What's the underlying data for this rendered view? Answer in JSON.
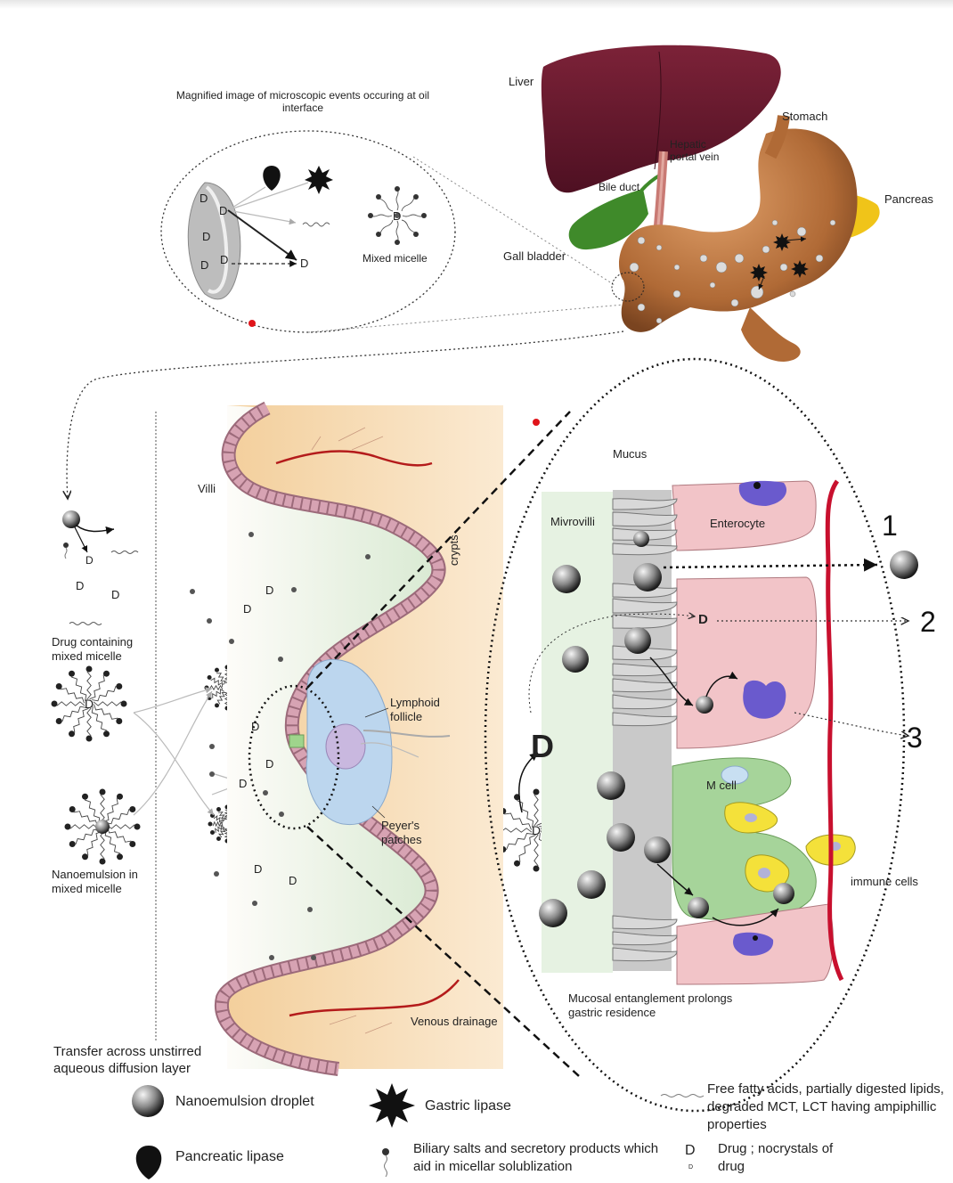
{
  "diagram": {
    "magnified_caption": "Magnified image of microscopic events occuring at oil interface",
    "mixed_micelle_label": "Mixed micelle",
    "organs": {
      "liver": "Liver",
      "stomach": "Stomach",
      "hepatic_portal_vein": "Hepatic portal vein",
      "bile_duct": "Bile duct",
      "pancreas": "Pancreas",
      "gall_bladder": "Gall bladder"
    },
    "intestine": {
      "villi": "Villi",
      "crypts": "crypts",
      "lymphoid_follicle": "Lymphoid follicle",
      "peyers_patches": "Peyer's patches",
      "venous_drainage": "Venous drainage"
    },
    "left_panel": {
      "drug_micelle": "Drug containing mixed micelle",
      "nano_micelle": "Nanoemulsion in mixed micelle",
      "transfer": "Transfer across unstirred aqueous diffusion layer"
    },
    "zoom": {
      "mucus": "Mucus",
      "microvilli": "Mivrovilli",
      "enterocyte": "Enterocyte",
      "m_cell": "M cell",
      "immune_cells": "immune cells",
      "mucosal": "Mucosal entanglement prolongs gastric residence",
      "route_1": "1",
      "route_2": "2",
      "route_3": "3",
      "drug_symbol": "D"
    },
    "legend": {
      "nanoemulsion_droplet": "Nanoemulsion droplet",
      "gastric_lipase": "Gastric lipase",
      "free_fatty_acids": "Free fatty acids, partially digested lipids, degraded MCT, LCT having ampiphillic properties",
      "pancreatic_lipase": "Pancreatic lipase",
      "biliary_salts": "Biliary salts and secretory products which aid in micellar solublization",
      "drug": "Drug ; nocrystals of drug"
    },
    "colors": {
      "liver": "#6b1a2e",
      "stomach": "#b8703e",
      "gall_bladder": "#3f8a2a",
      "pancreas": "#f0c419",
      "villi_tissue": "#f5d9b0",
      "lumen": "#e6f2e2",
      "epithelium": "#c98a9a",
      "peyers": "#bcd6ee",
      "enterocyte": "#f2c4c8",
      "m_cell": "#a6d49a",
      "capillary": "#c8102e",
      "nucleus": "#6a5acd",
      "immune": "#f4e13a"
    }
  }
}
